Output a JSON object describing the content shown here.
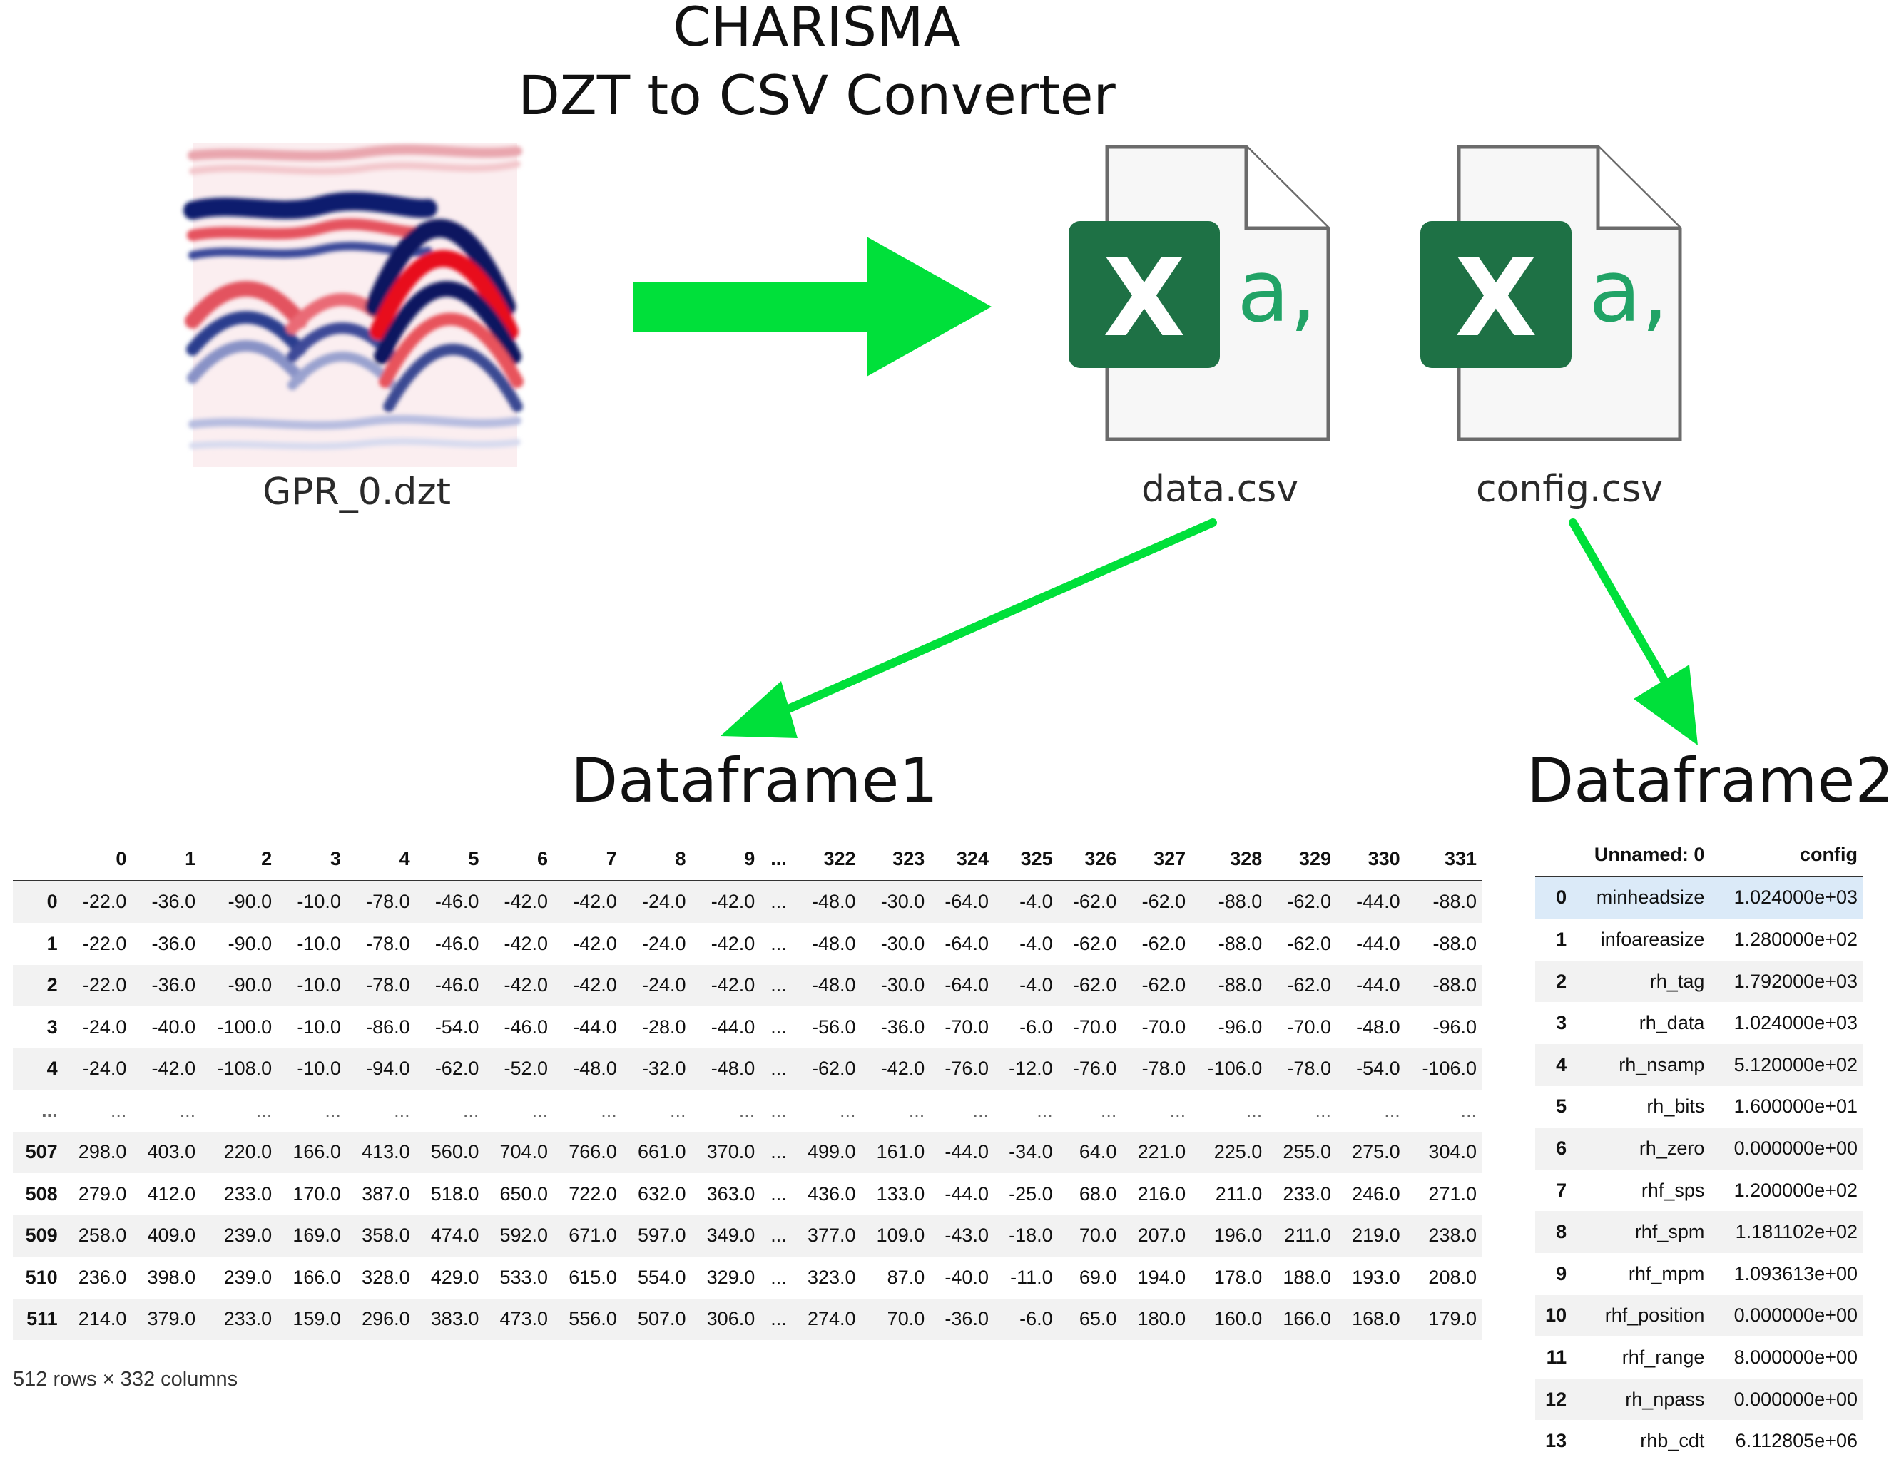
{
  "title": {
    "line1": "CHARISMA",
    "line2": "DZT to CSV Converter"
  },
  "files": {
    "input": "GPR_0.dzt",
    "output_data": "data.csv",
    "output_config": "config.csv",
    "csv_icon": {
      "letter": "X",
      "glyph": "a,",
      "brand_color": "#1e7145",
      "accent_color": "#21a366"
    }
  },
  "arrow_color": "#00e03a",
  "dataframe1": {
    "heading": "Dataframe1",
    "columns": [
      "0",
      "1",
      "2",
      "3",
      "4",
      "5",
      "6",
      "7",
      "8",
      "9",
      "...",
      "322",
      "323",
      "324",
      "325",
      "326",
      "327",
      "328",
      "329",
      "330",
      "331"
    ],
    "rows": [
      {
        "index": "0",
        "values": [
          "-22.0",
          "-36.0",
          "-90.0",
          "-10.0",
          "-78.0",
          "-46.0",
          "-42.0",
          "-42.0",
          "-24.0",
          "-42.0",
          "...",
          "-48.0",
          "-30.0",
          "-64.0",
          "-4.0",
          "-62.0",
          "-62.0",
          "-88.0",
          "-62.0",
          "-44.0",
          "-88.0"
        ]
      },
      {
        "index": "1",
        "values": [
          "-22.0",
          "-36.0",
          "-90.0",
          "-10.0",
          "-78.0",
          "-46.0",
          "-42.0",
          "-42.0",
          "-24.0",
          "-42.0",
          "...",
          "-48.0",
          "-30.0",
          "-64.0",
          "-4.0",
          "-62.0",
          "-62.0",
          "-88.0",
          "-62.0",
          "-44.0",
          "-88.0"
        ]
      },
      {
        "index": "2",
        "values": [
          "-22.0",
          "-36.0",
          "-90.0",
          "-10.0",
          "-78.0",
          "-46.0",
          "-42.0",
          "-42.0",
          "-24.0",
          "-42.0",
          "...",
          "-48.0",
          "-30.0",
          "-64.0",
          "-4.0",
          "-62.0",
          "-62.0",
          "-88.0",
          "-62.0",
          "-44.0",
          "-88.0"
        ]
      },
      {
        "index": "3",
        "values": [
          "-24.0",
          "-40.0",
          "-100.0",
          "-10.0",
          "-86.0",
          "-54.0",
          "-46.0",
          "-44.0",
          "-28.0",
          "-44.0",
          "...",
          "-56.0",
          "-36.0",
          "-70.0",
          "-6.0",
          "-70.0",
          "-70.0",
          "-96.0",
          "-70.0",
          "-48.0",
          "-96.0"
        ]
      },
      {
        "index": "4",
        "values": [
          "-24.0",
          "-42.0",
          "-108.0",
          "-10.0",
          "-94.0",
          "-62.0",
          "-52.0",
          "-48.0",
          "-32.0",
          "-48.0",
          "...",
          "-62.0",
          "-42.0",
          "-76.0",
          "-12.0",
          "-76.0",
          "-78.0",
          "-106.0",
          "-78.0",
          "-54.0",
          "-106.0"
        ]
      },
      {
        "index": "...",
        "values": [
          "...",
          "...",
          "...",
          "...",
          "...",
          "...",
          "...",
          "...",
          "...",
          "...",
          "...",
          "...",
          "...",
          "...",
          "...",
          "...",
          "...",
          "...",
          "...",
          "...",
          "..."
        ]
      },
      {
        "index": "507",
        "values": [
          "298.0",
          "403.0",
          "220.0",
          "166.0",
          "413.0",
          "560.0",
          "704.0",
          "766.0",
          "661.0",
          "370.0",
          "...",
          "499.0",
          "161.0",
          "-44.0",
          "-34.0",
          "64.0",
          "221.0",
          "225.0",
          "255.0",
          "275.0",
          "304.0"
        ]
      },
      {
        "index": "508",
        "values": [
          "279.0",
          "412.0",
          "233.0",
          "170.0",
          "387.0",
          "518.0",
          "650.0",
          "722.0",
          "632.0",
          "363.0",
          "...",
          "436.0",
          "133.0",
          "-44.0",
          "-25.0",
          "68.0",
          "216.0",
          "211.0",
          "233.0",
          "246.0",
          "271.0"
        ]
      },
      {
        "index": "509",
        "values": [
          "258.0",
          "409.0",
          "239.0",
          "169.0",
          "358.0",
          "474.0",
          "592.0",
          "671.0",
          "597.0",
          "349.0",
          "...",
          "377.0",
          "109.0",
          "-43.0",
          "-18.0",
          "70.0",
          "207.0",
          "196.0",
          "211.0",
          "219.0",
          "238.0"
        ]
      },
      {
        "index": "510",
        "values": [
          "236.0",
          "398.0",
          "239.0",
          "166.0",
          "328.0",
          "429.0",
          "533.0",
          "615.0",
          "554.0",
          "329.0",
          "...",
          "323.0",
          "87.0",
          "-40.0",
          "-11.0",
          "69.0",
          "194.0",
          "178.0",
          "188.0",
          "193.0",
          "208.0"
        ]
      },
      {
        "index": "511",
        "values": [
          "214.0",
          "379.0",
          "233.0",
          "159.0",
          "296.0",
          "383.0",
          "473.0",
          "556.0",
          "507.0",
          "306.0",
          "...",
          "274.0",
          "70.0",
          "-36.0",
          "-6.0",
          "65.0",
          "180.0",
          "160.0",
          "166.0",
          "168.0",
          "179.0"
        ]
      }
    ],
    "shape_text": "512 rows × 332 columns"
  },
  "dataframe2": {
    "heading": "Dataframe2",
    "columns": [
      "Unnamed: 0",
      "config"
    ],
    "rows": [
      {
        "index": "0",
        "values": [
          "minheadsize",
          "1.024000e+03"
        ]
      },
      {
        "index": "1",
        "values": [
          "infoareasize",
          "1.280000e+02"
        ]
      },
      {
        "index": "2",
        "values": [
          "rh_tag",
          "1.792000e+03"
        ]
      },
      {
        "index": "3",
        "values": [
          "rh_data",
          "1.024000e+03"
        ]
      },
      {
        "index": "4",
        "values": [
          "rh_nsamp",
          "5.120000e+02"
        ]
      },
      {
        "index": "5",
        "values": [
          "rh_bits",
          "1.600000e+01"
        ]
      },
      {
        "index": "6",
        "values": [
          "rh_zero",
          "0.000000e+00"
        ]
      },
      {
        "index": "7",
        "values": [
          "rhf_sps",
          "1.200000e+02"
        ]
      },
      {
        "index": "8",
        "values": [
          "rhf_spm",
          "1.181102e+02"
        ]
      },
      {
        "index": "9",
        "values": [
          "rhf_mpm",
          "1.093613e+00"
        ]
      },
      {
        "index": "10",
        "values": [
          "rhf_position",
          "0.000000e+00"
        ]
      },
      {
        "index": "11",
        "values": [
          "rhf_range",
          "8.000000e+00"
        ]
      },
      {
        "index": "12",
        "values": [
          "rh_npass",
          "0.000000e+00"
        ]
      },
      {
        "index": "13",
        "values": [
          "rhb_cdt",
          "6.112805e+06"
        ]
      }
    ],
    "highlighted_row_index": 0
  }
}
